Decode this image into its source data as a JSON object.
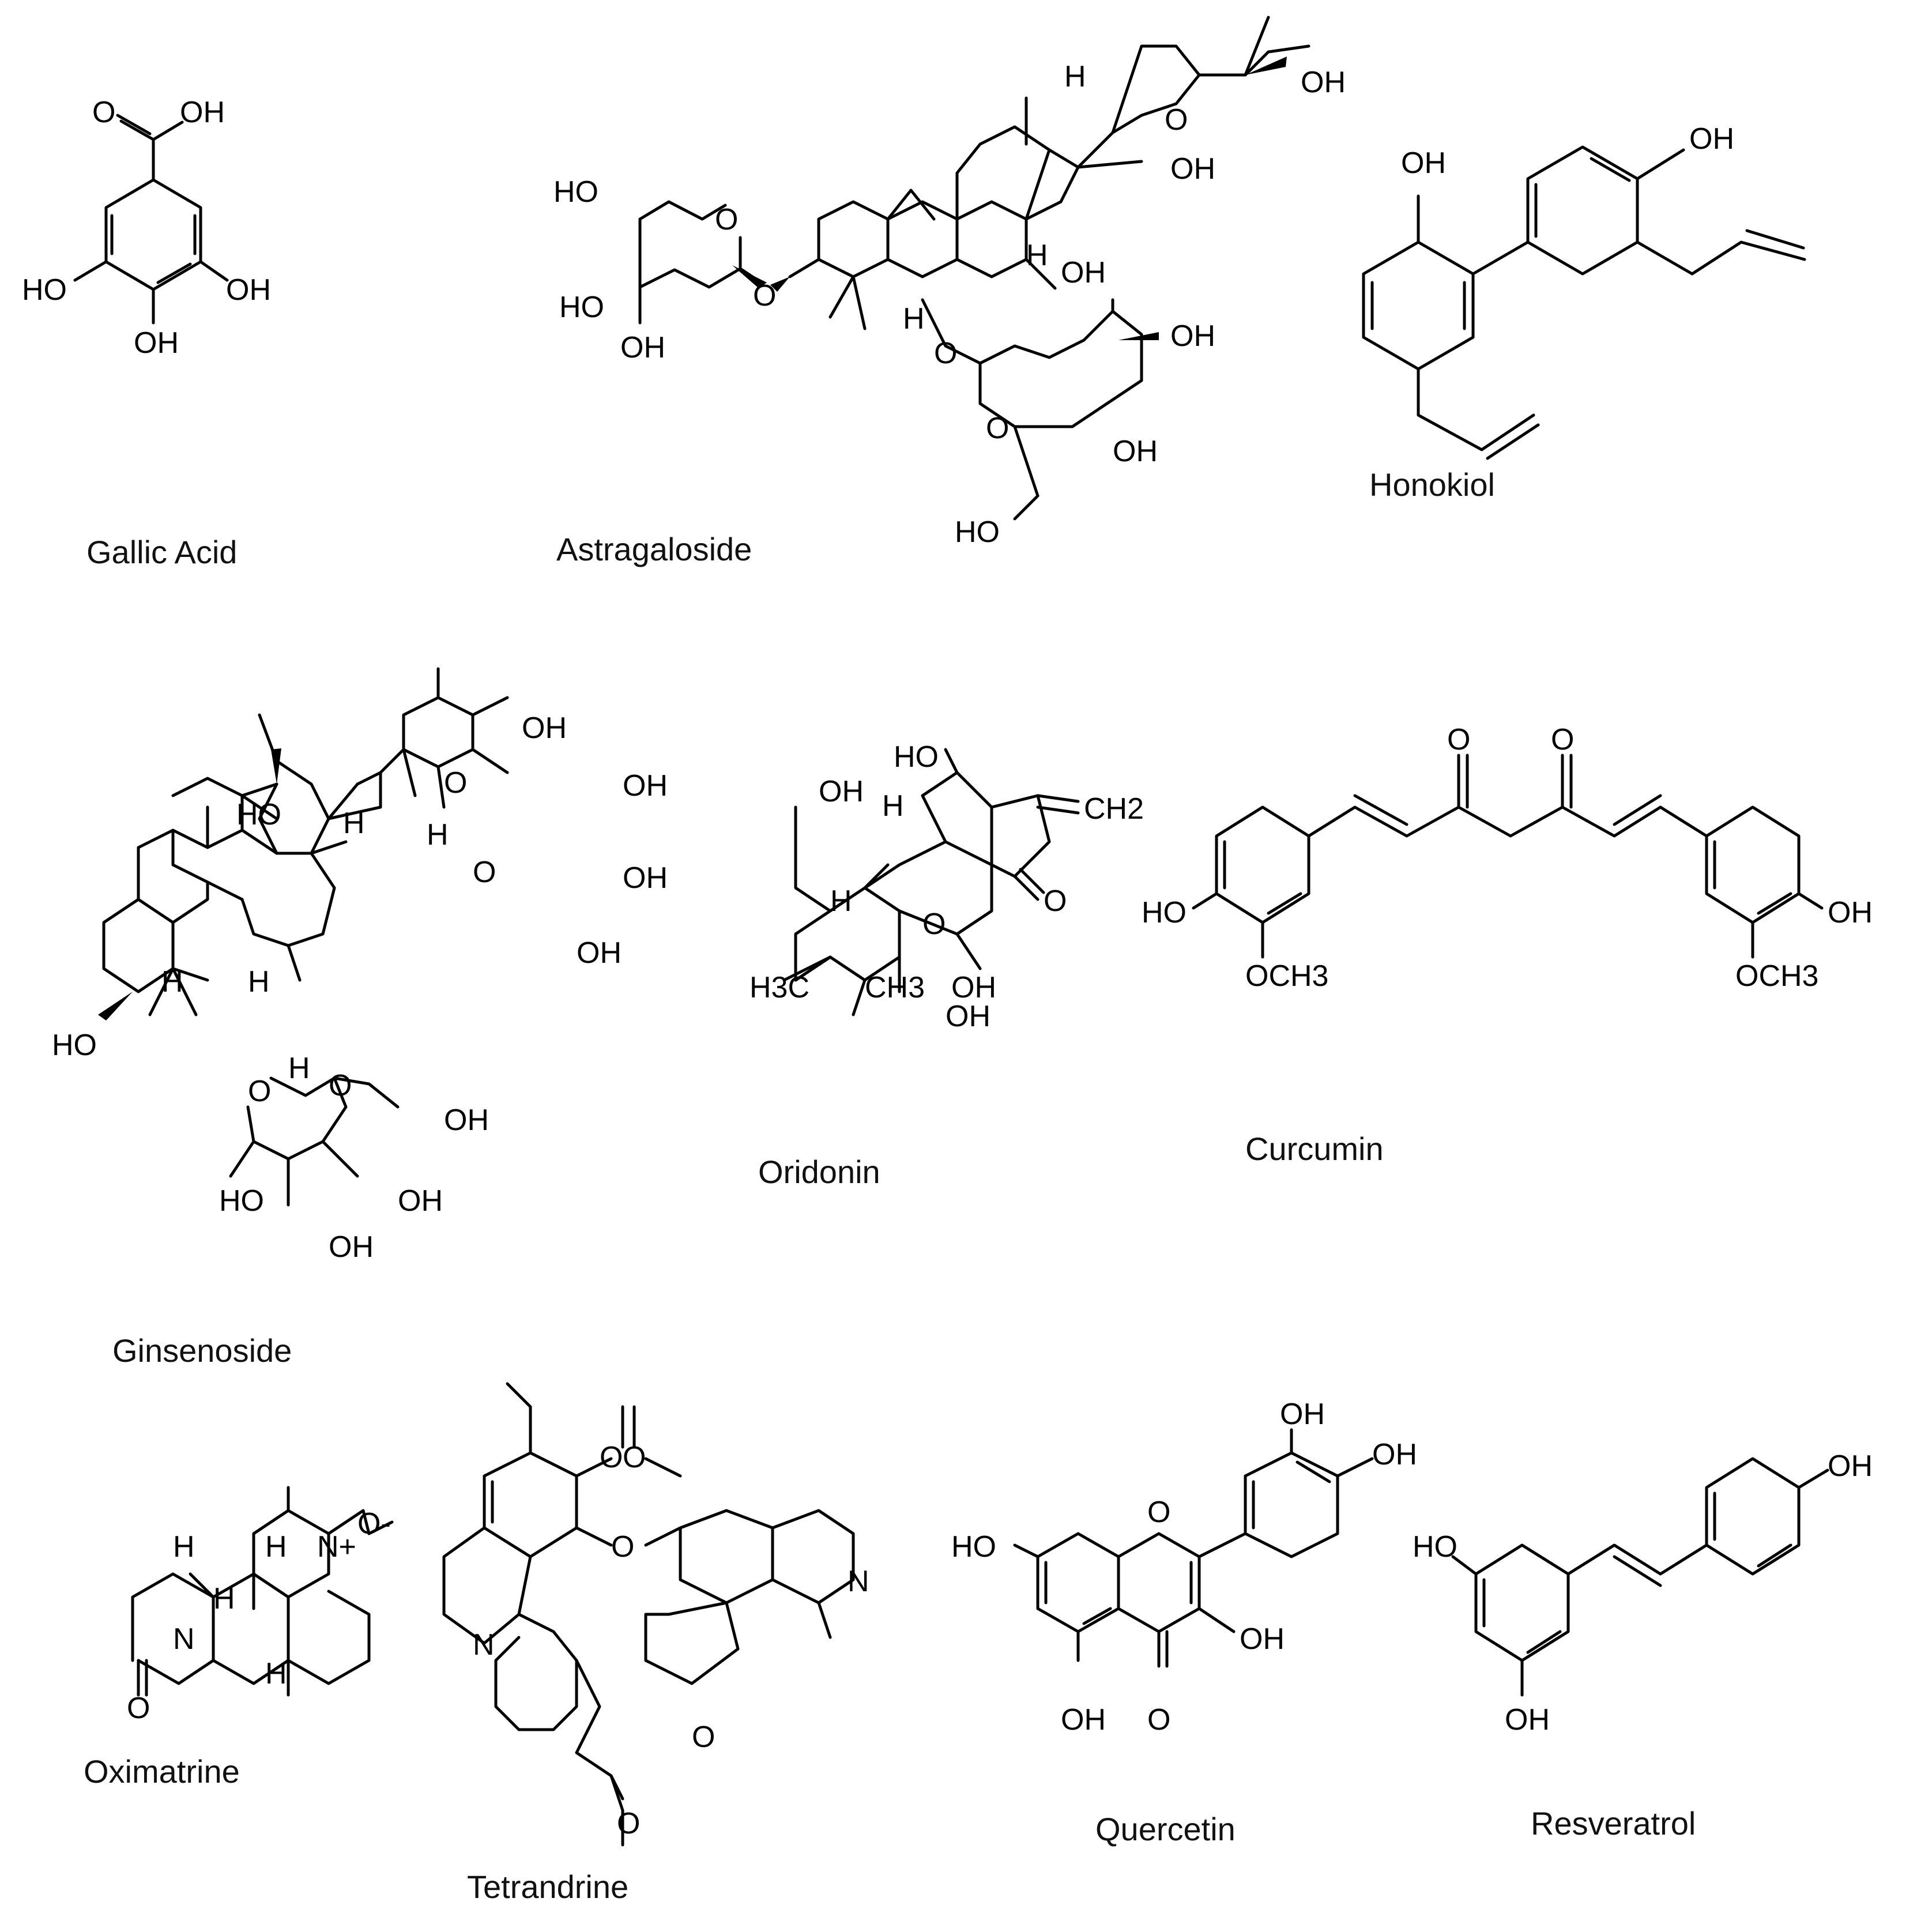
{
  "atom_labels": {
    "OH": "OH",
    "HO": "HO",
    "O": "O",
    "H": "H",
    "N": "N",
    "OCH3": "OCH3",
    "H3C": "H3C",
    "CH3": "CH3",
    "CH2": "CH2",
    "Ominus": "O-",
    "Nplus": "N+"
  },
  "compounds": [
    {
      "id": "gallic-acid",
      "name": "Gallic Acid"
    },
    {
      "id": "astragaloside",
      "name": "Astragaloside"
    },
    {
      "id": "honokiol",
      "name": "Honokiol"
    },
    {
      "id": "ginsenoside",
      "name": "Ginsenoside"
    },
    {
      "id": "oridonin",
      "name": "Oridonin"
    },
    {
      "id": "curcumin",
      "name": "Curcumin"
    },
    {
      "id": "oximatrine",
      "name": "Oximatrine"
    },
    {
      "id": "tetrandrine",
      "name": "Tetrandrine"
    },
    {
      "id": "quercetin",
      "name": "Quercetin"
    },
    {
      "id": "resveratrol",
      "name": "Resveratrol"
    }
  ]
}
